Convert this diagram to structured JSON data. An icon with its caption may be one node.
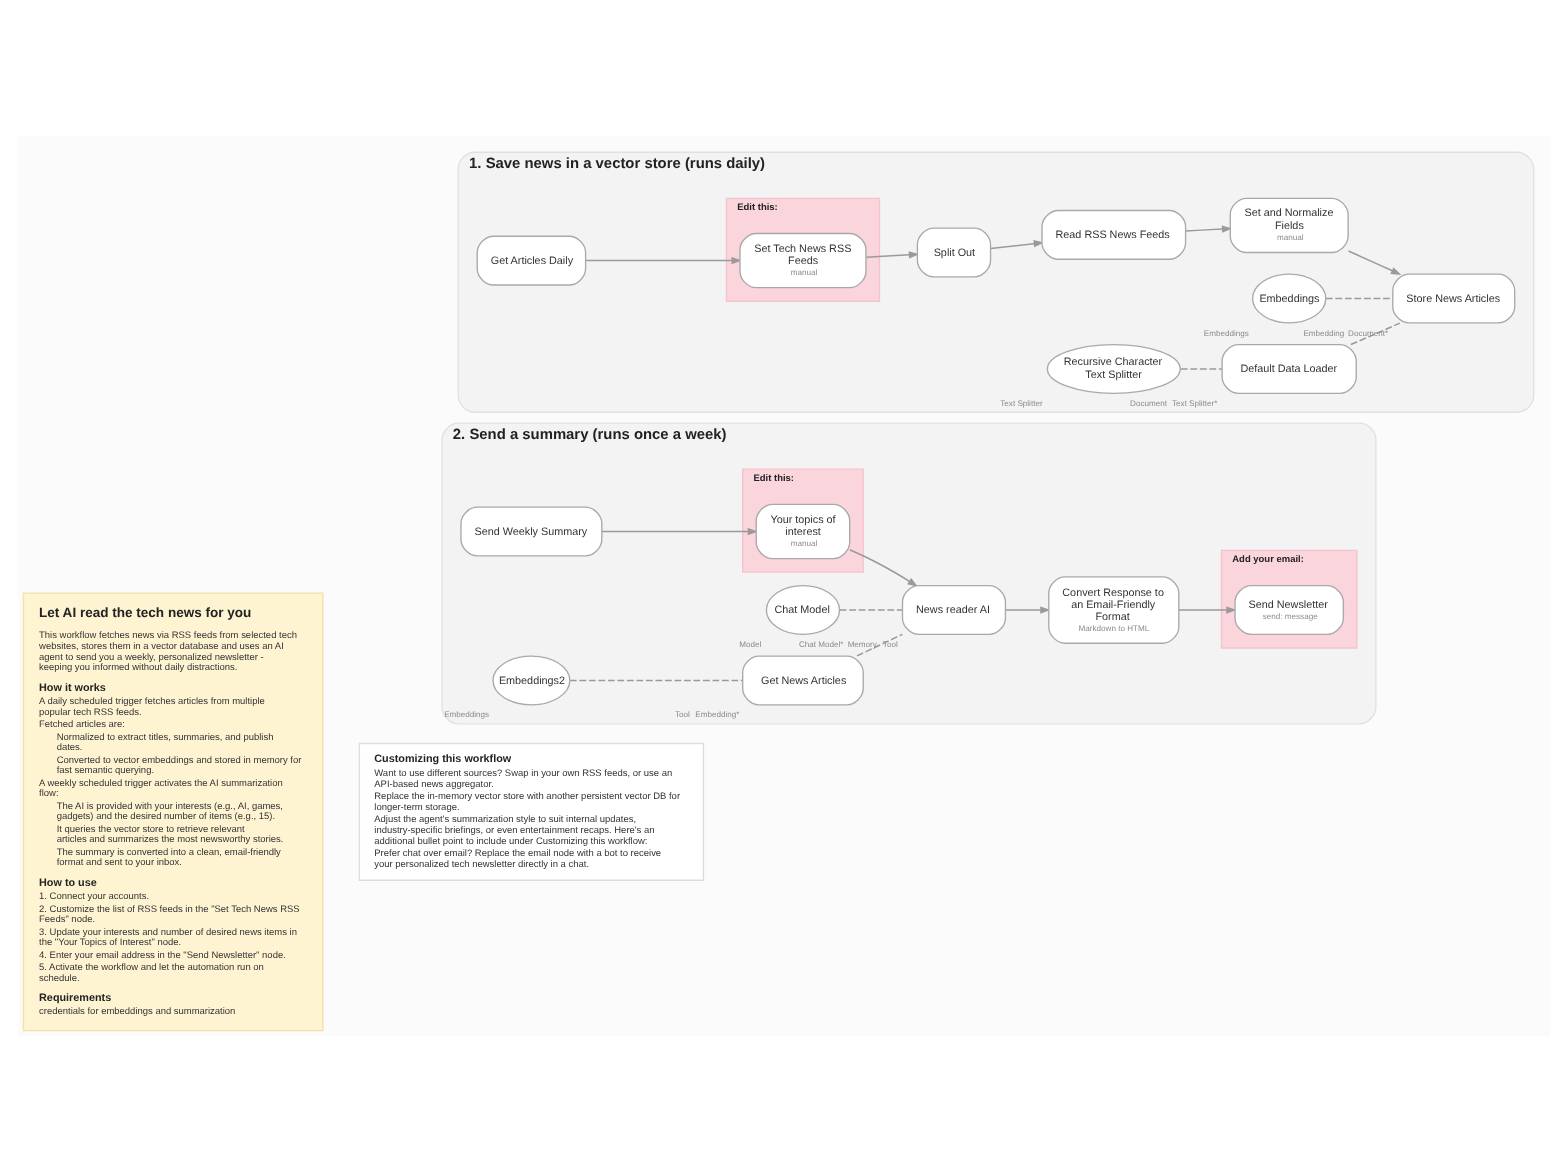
{
  "diagram": {
    "nodes": [
      {
        "text": [
          "Let AI read the tech news for you",
          "This workflow fetches news via RSS feeds from selected tech websites, stores them in a vector database and uses an AI agent to send you a weekly, personalized newsletter - keeping you informed without daily distractions.",
          "How it works",
          "A daily scheduled trigger fetches articles from multiple popular tech RSS feeds.",
          "Fetched articles are:",
          "Normalized to extract titles, summaries, and publish dates.",
          "Converted to vector embeddings and stored in memory for fast semantic querying.",
          "A weekly scheduled trigger activates the AI summarization flow:",
          "The AI is provided with your interests (e.g., AI, games, gadgets) and the desired number of items (e.g., 15).",
          "It queries the vector store to retrieve relevant articles and summarizes the most newsworthy stories.",
          "The summary is converted into a clean, email-friendly format and sent to your inbox.",
          "How to use",
          "1. Connect your accounts.",
          "2. Customize the list of RSS feeds in the \"Set Tech News RSS Feeds\" node.",
          "3. Update your interests and number of desired news items in the \"Your Topics of Interest\" node.",
          "4. Enter your email address in the \"Send Newsletter\" node.",
          "5. Activate the workflow and let the automation run on schedule.",
          "Requirements",
          "credentials for embeddings and summarization"
        ]
      },
      {
        "text": [
          "1. Save news in a vector store (runs daily)"
        ]
      },
      {
        "text": [
          "Get Articles Daily"
        ],
        "in": 1
      },
      {
        "text": [
          "Edit this:"
        ],
        "in": 1
      },
      {
        "text": [
          "Set Tech News RSS Feeds",
          "manual"
        ],
        "in": 3
      },
      {
        "text": [
          "Split Out"
        ],
        "in": 1
      },
      {
        "text": [
          "Read RSS News Feeds"
        ],
        "in": 1
      },
      {
        "text": [
          "Set and Normalize Fields",
          "manual"
        ],
        "in": 1
      },
      {
        "text": [
          "Store News Articles"
        ],
        "beside": [
          "Embedding",
          "Document*"
        ],
        "in": 1
      },
      {
        "text": [
          "Default Data Loader"
        ],
        "beside": [
          "Document",
          "Text Splitter*"
        ],
        "in": 1
      },
      {
        "text": [
          "Embeddings"
        ],
        "beside": [
          "Embeddings"
        ],
        "in": 1
      },
      {
        "text": [
          "Recursive Character Text Splitter"
        ],
        "beside": [
          "Text Splitter"
        ],
        "in": 1
      },
      {
        "text": [
          "2. Send a summary (runs once a week)"
        ]
      },
      {
        "text": [
          "Send Weekly Summary"
        ],
        "in": 12
      },
      {
        "text": [
          "Edit this:"
        ],
        "in": 12
      },
      {
        "text": [
          "Your topics of interest",
          "manual"
        ],
        "in": 14
      },
      {
        "text": [
          "News reader AI"
        ],
        "beside": [
          "Chat Model*",
          "Memory",
          "Tool"
        ],
        "in": 12
      },
      {
        "text": [
          "Convert Response to an Email-Friendly Format",
          "Markdown to HTML"
        ],
        "in": 12
      },
      {
        "text": [
          "Add your email:"
        ],
        "in": 12
      },
      {
        "text": [
          "Send Newsletter",
          "send: message"
        ],
        "in": 18
      },
      {
        "text": [
          "Chat Model"
        ],
        "beside": [
          "Model"
        ],
        "in": 12
      },
      {
        "text": [
          "Get News Articles"
        ],
        "beside": [
          "Tool",
          "Embedding*"
        ],
        "in": 12
      },
      {
        "text": [
          "Embeddings2"
        ],
        "beside": [
          "Embeddings"
        ],
        "in": 12
      },
      {
        "text": [
          "Customizing this workflow",
          "Want to use different sources? Swap in your own RSS feeds, or use an API-based news aggregator.",
          "Replace the in-memory vector store with another persistent vector DB for longer-term storage.",
          "Adjust the agent's summarization style to suit internal updates, industry-specific briefings, or even entertainment recaps. Here's an additional bullet point to include under Customizing this workflow:",
          "Prefer chat over email? Replace the email node with a bot to receive your personalized tech newsletter directly in a chat."
        ]
      }
    ],
    "edges": [
      {
        "from": 2,
        "to": 4,
        "arrow": "to"
      },
      {
        "from": 4,
        "to": 5,
        "arrow": "to"
      },
      {
        "from": 5,
        "to": 6,
        "arrow": "to"
      },
      {
        "from": 6,
        "to": 7,
        "arrow": "to"
      },
      {
        "from": 7,
        "to": 8,
        "arrow": "to"
      },
      {
        "from": 10,
        "to": 8,
        "arrow": "none",
        "style": "dashed"
      },
      {
        "from": 9,
        "to": 8,
        "arrow": "none",
        "style": "dashed"
      },
      {
        "from": 11,
        "to": 9,
        "arrow": "none",
        "style": "dashed"
      },
      {
        "from": 13,
        "to": 15,
        "arrow": "to"
      },
      {
        "from": 15,
        "to": 16,
        "arrow": "to"
      },
      {
        "from": 16,
        "to": 17,
        "arrow": "to"
      },
      {
        "from": 17,
        "to": 19,
        "arrow": "to"
      },
      {
        "from": 20,
        "to": 16,
        "arrow": "none",
        "style": "dashed"
      },
      {
        "from": 21,
        "to": 16,
        "arrow": "none",
        "style": "dashed"
      },
      {
        "from": 22,
        "to": 21,
        "arrow": "none",
        "style": "dashed"
      }
    ]
  }
}
